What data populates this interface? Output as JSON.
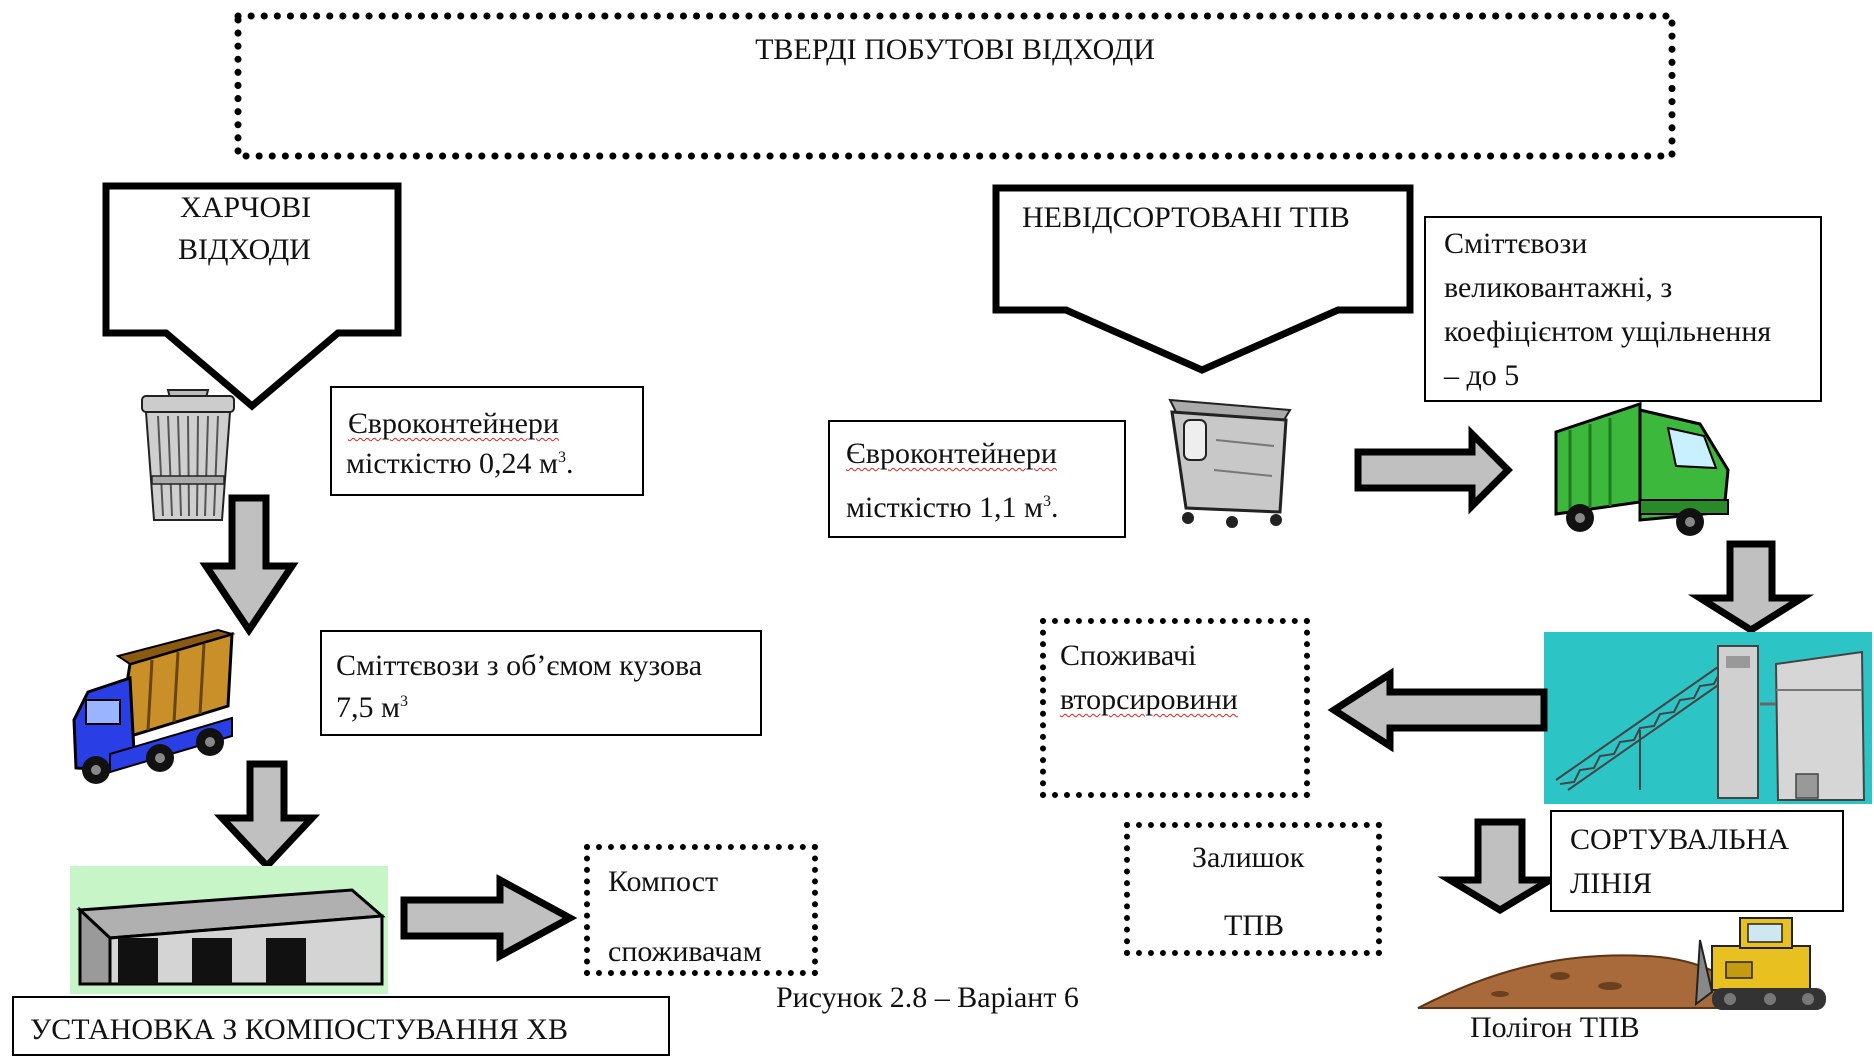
{
  "title": "ТВЕРДІ ПОБУТОВІ ВІДХОДИ",
  "food_waste": {
    "line1": "ХАРЧОВІ",
    "line2": "ВІДХОДИ"
  },
  "containers_small": {
    "word": "Євроконтейнери",
    "line2": "місткістю 0,24 м",
    "sup": "3",
    "tail": "."
  },
  "trucks_small": {
    "line1": "Сміттєвози з об’ємом кузова",
    "line2": "7,5 м",
    "sup": "3"
  },
  "composting": "УСТАНОВКА З КОМПОСТУВАННЯ ХВ",
  "compost": {
    "line1": "Компост",
    "line2": "споживачам"
  },
  "caption": "Рисунок 2.8 – Варіант 6",
  "unsorted": "НЕВІДСОРТОВАНІ ТПВ",
  "containers_large": {
    "word": "Євроконтейнери",
    "line2": "місткістю 1,1 м",
    "sup": "3",
    "tail": "."
  },
  "trucks_large": {
    "line1": "Сміттєвози",
    "line2": "великовантажні, з",
    "line3": "коефіцієнтом ущільнення",
    "line4": "– до 5"
  },
  "recyclers": {
    "line1": "Споживачі",
    "line2": "вторсировини"
  },
  "residue": {
    "line1": "Залишок",
    "line2": "ТПВ"
  },
  "sorting_line": {
    "line1": "СОРТУВАЛЬНА",
    "line2": "ЛІНІЯ"
  },
  "landfill": "Полігон ТПВ",
  "colors": {
    "arrow_fill": "#c0c0c0",
    "composting_bg": "#c8f5c8",
    "sorting_bg": "#2cc4c4",
    "truck_green": "#3cb83c",
    "truck_blue": "#2a3ee6",
    "truck_cargo": "#c9902a",
    "bulldozer": "#e8c020",
    "soil": "#a86a3a"
  }
}
